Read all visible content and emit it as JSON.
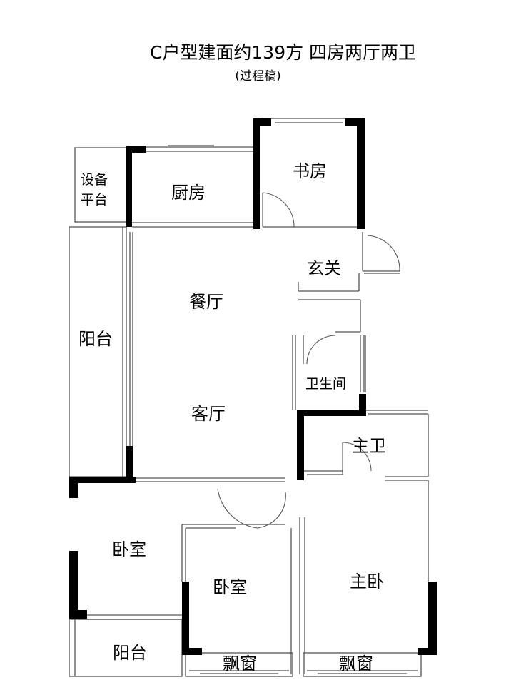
{
  "title": {
    "main": "C户型建面约139方  四房两厅两卫",
    "sub": "(过程稿)"
  },
  "rooms": {
    "equipment_platform": [
      "设备",
      "平台"
    ],
    "kitchen": "厨房",
    "study": "书房",
    "entrance": "玄关",
    "dining_room": "餐厅",
    "balcony_west": "阳台",
    "guest_bathroom": "卫生间",
    "living_room": "客厅",
    "master_bathroom": "主卫",
    "bedroom_left": "卧室",
    "bedroom_middle": "卧室",
    "master_bedroom": "主卧",
    "balcony_south": "阳台",
    "bay_window_left": "飘窗",
    "bay_window_right": "飘窗"
  },
  "colors": {
    "wall": "#000000",
    "thin_line": "#555555",
    "background": "#ffffff"
  }
}
